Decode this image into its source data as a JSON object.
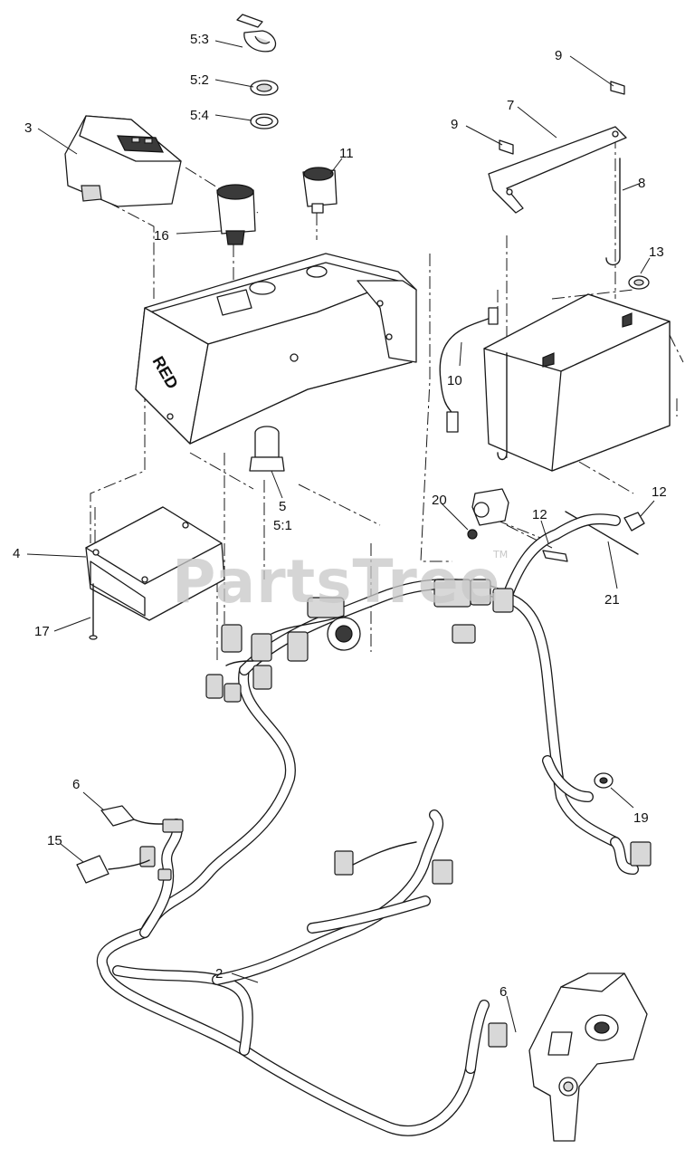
{
  "watermark": {
    "text": "PartsTree",
    "tm": "TM"
  },
  "callouts": {
    "c5_3": "5:3",
    "c5_2": "5:2",
    "c5_4": "5:4",
    "c3": "3",
    "c9a": "9",
    "c9b": "9",
    "c7": "7",
    "c8": "8",
    "c11": "11",
    "c16": "16",
    "c13": "13",
    "c10": "10",
    "c5": "5",
    "c5_1": "5:1",
    "c20": "20",
    "c12a": "12",
    "c12b": "12",
    "c4": "4",
    "c21": "21",
    "c17": "17",
    "c6a": "6",
    "c15": "15",
    "c19": "19",
    "c2": "2",
    "c6b": "6"
  },
  "brand_logo_text": "RED"
}
